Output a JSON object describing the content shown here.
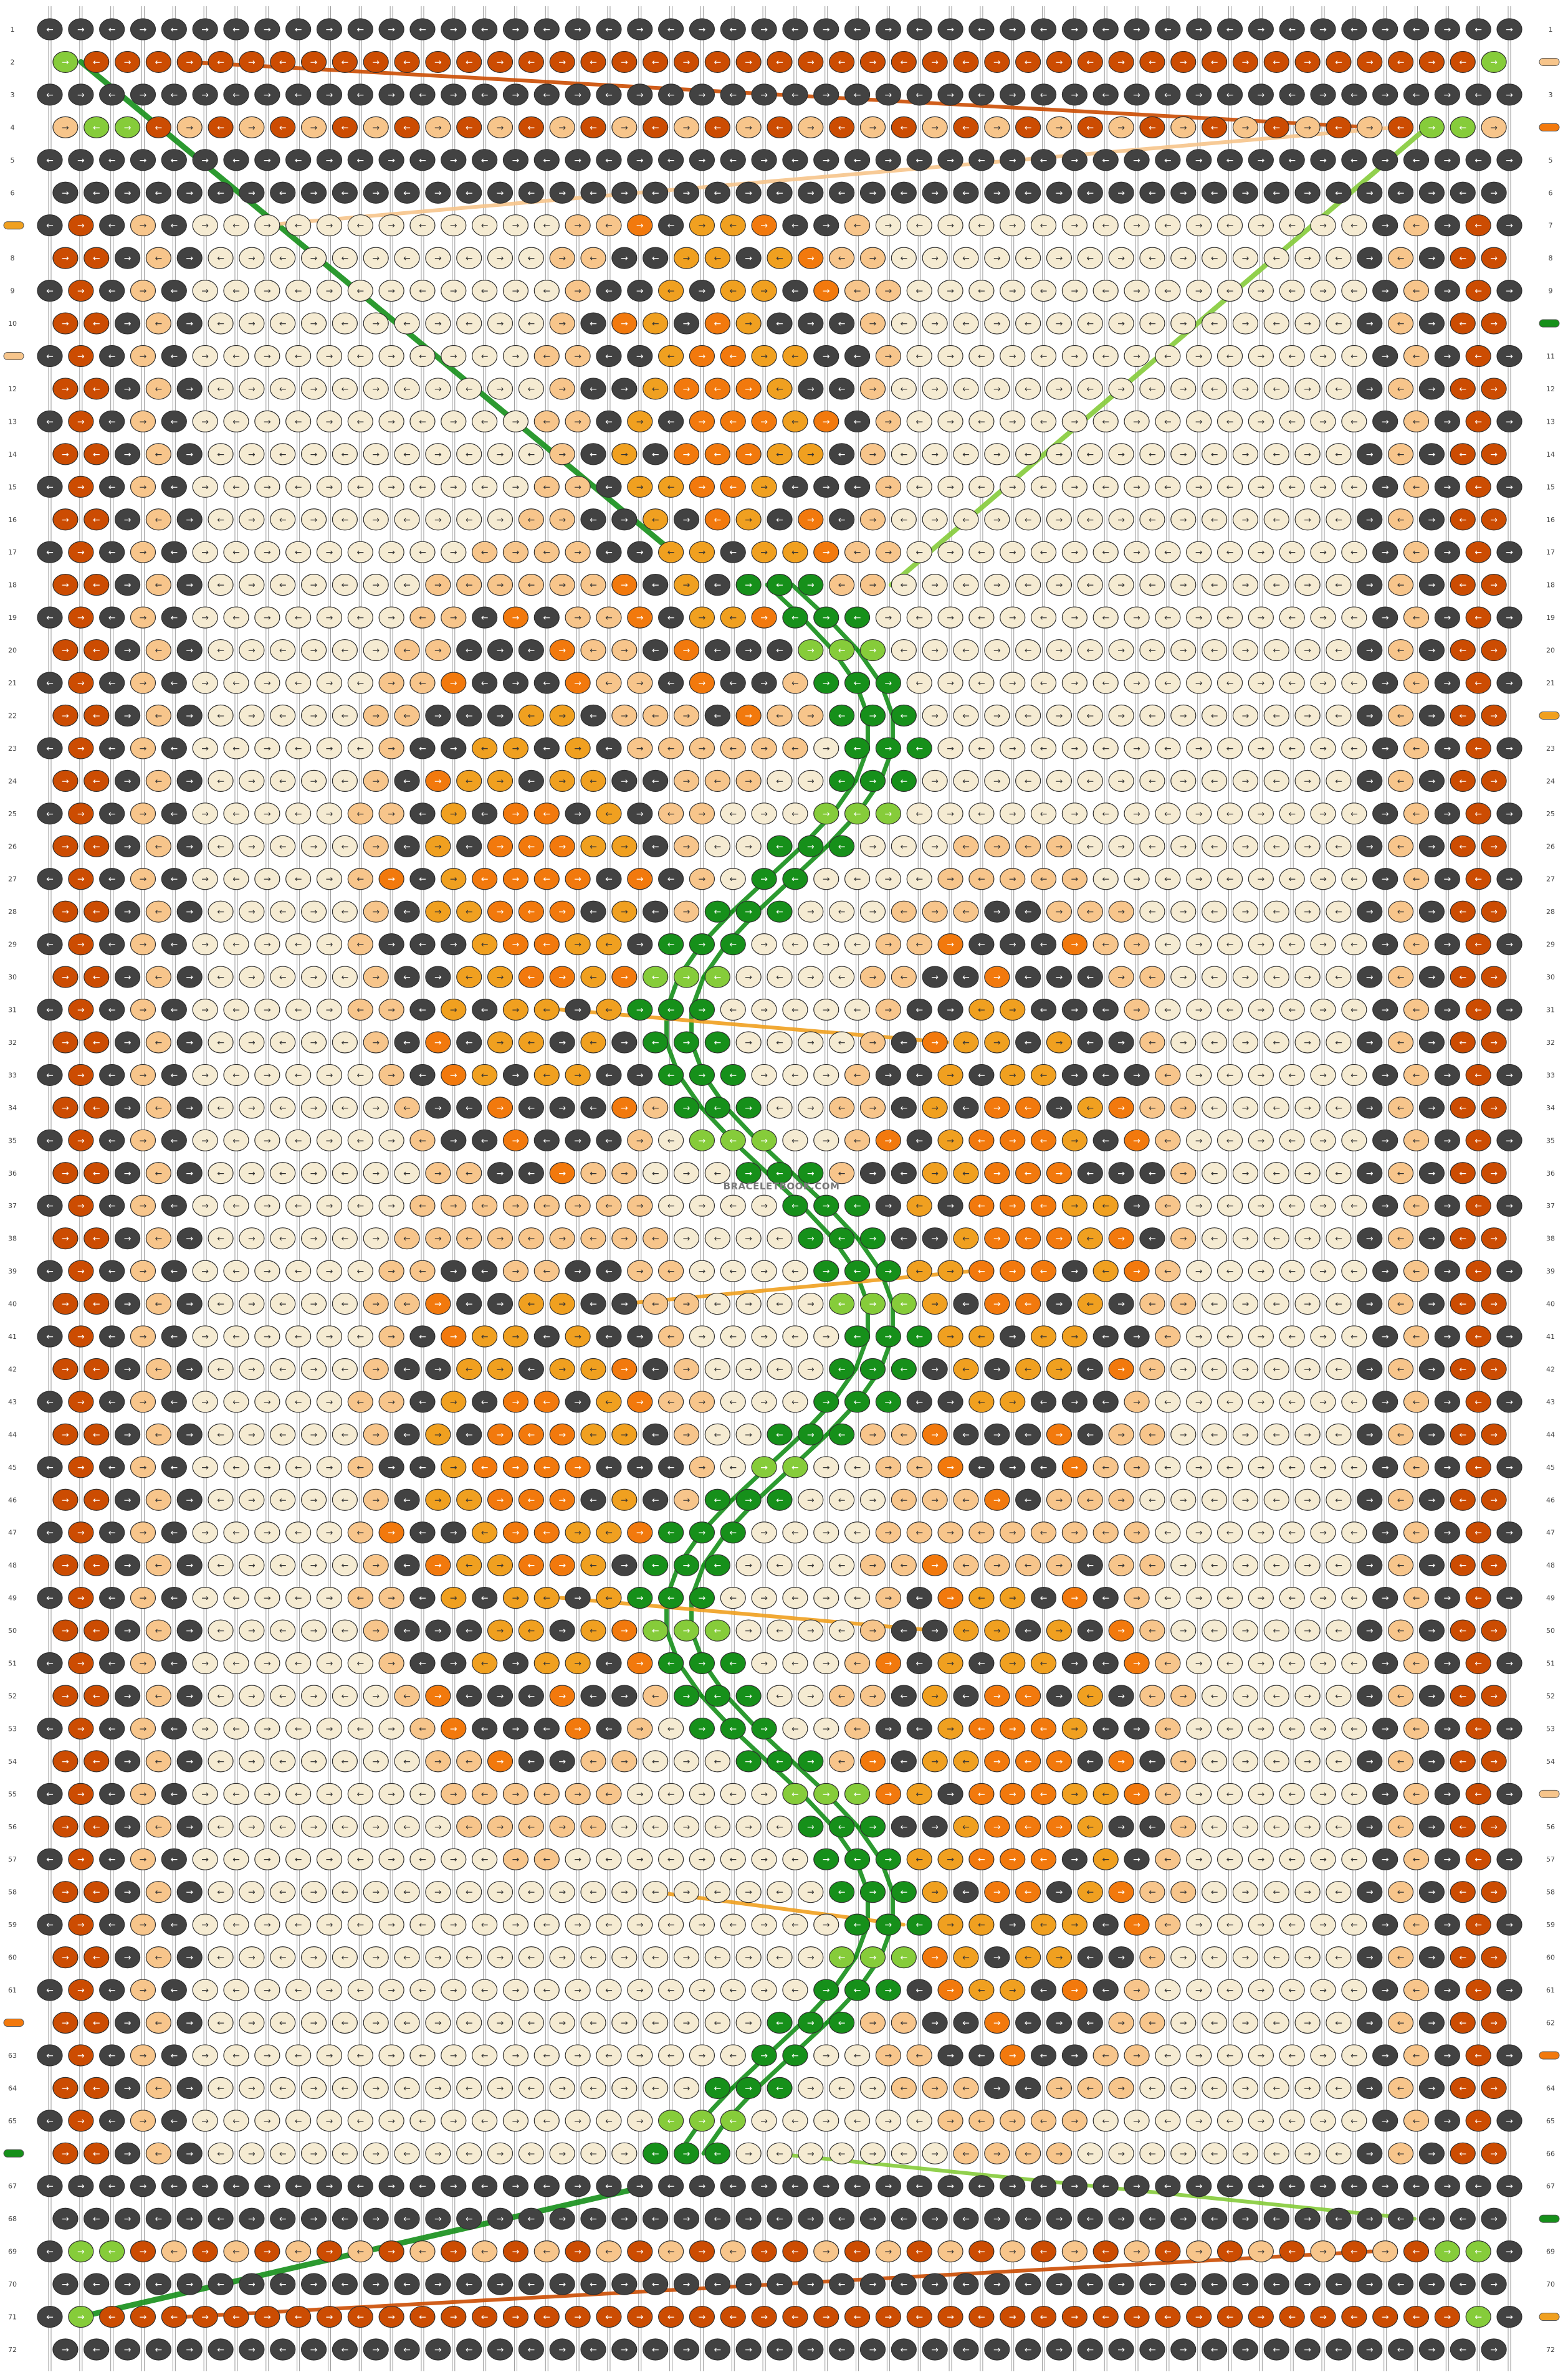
{
  "pattern": {
    "watermark": "BRACELETBOOK.COM",
    "row_count": 72,
    "column_count": 48,
    "palette": {
      "dark_gray": "#424242",
      "rust_orange": "#cc4c02",
      "light_peach": "#f7c58b",
      "cream": "#f5ebd2",
      "bright_orange": "#f2790d",
      "amber": "#f0a020",
      "dark_green": "#16901a",
      "light_green": "#86cc3a"
    },
    "arrow_glyphs": {
      "right": "→",
      "left": "←"
    },
    "left_thread_marker_rows": [
      7,
      11,
      62,
      66
    ],
    "right_thread_marker_rows": [
      2,
      4,
      10,
      22,
      55,
      63,
      68,
      71
    ]
  }
}
